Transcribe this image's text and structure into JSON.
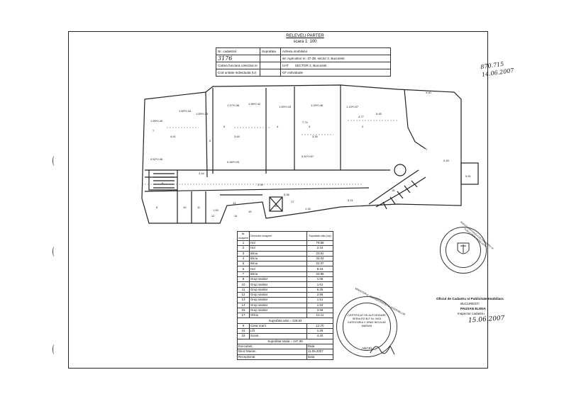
{
  "header": {
    "title": "RELEVEU PARTER",
    "scale": "scara 1: 100"
  },
  "meta_table": {
    "rows": [
      [
        "Nr. cadastral",
        "Suprafata",
        "Adresa imobilului"
      ],
      [
        "",
        "",
        "str. Agricultori nr. 37-39, sector 2, Bucuresti"
      ],
      [
        "Cartea funciara colectiva nr.",
        "",
        "UAT",
        "SECTOR 2, Bucuresti"
      ],
      [
        "Cod unitate individuala (U)",
        "",
        "CF individuale"
      ]
    ],
    "cadastral_handwritten": "3176"
  },
  "handwritten_top_right": {
    "line1": "870.715",
    "line2": "14.06.2007"
  },
  "plan_labels": {
    "dims": [
      "1.55*0.40",
      "1.60*0.34",
      "1.55*0.33",
      "1.17*0.36",
      "1.55*0.42",
      "1.63*0.43",
      "1.03*0.46",
      "1.13*0.57",
      "0.52*0.46",
      "0.36*0.09",
      "0.41*0.67",
      "3.90",
      "4.61",
      "3.64",
      "3.34",
      "4.77",
      "7.74",
      "5.36",
      "5.45",
      "2.44",
      "2.33",
      "3.21",
      "5.51",
      "1.34",
      "0.49",
      "1.53"
    ],
    "room_numbers": [
      "7",
      "6",
      "5",
      "4",
      "3",
      "2",
      "1",
      "8",
      "9",
      "10",
      "11",
      "12",
      "13",
      "14",
      "15",
      "16",
      "17",
      "18"
    ]
  },
  "rooms_table": {
    "headers": [
      "Nr. incapere",
      "Denumire incapere",
      "Suprafata utila (mp)"
    ],
    "rows": [
      [
        "1",
        "Hol",
        "79.88"
      ],
      [
        "2",
        "Hol",
        "2.34"
      ],
      [
        "3",
        "Birou",
        "23.61"
      ],
      [
        "4",
        "Birou",
        "34.03"
      ],
      [
        "5",
        "Birou",
        "22.37"
      ],
      [
        "6",
        "Hol",
        "8.10"
      ],
      [
        "7",
        "Birou",
        "23.86"
      ],
      [
        "8",
        "Grup sanitar",
        "1.06"
      ],
      [
        "10",
        "Grup sanitar",
        "1.61"
      ],
      [
        "11",
        "Grup sanitar",
        "6.25"
      ],
      [
        "12",
        "Grup sanitar",
        "2.96"
      ],
      [
        "13",
        "Grup sanitar",
        "1.51"
      ],
      [
        "14",
        "Grup sanitar",
        "1.53"
      ],
      [
        "15",
        "Grup sanitar",
        "3.59"
      ],
      [
        "17",
        "Oficiu",
        "12.11"
      ]
    ],
    "subtotal_label": "Suprafata utila = 229.83",
    "extra_rows": [
      [
        "9",
        "Casa scarii",
        "12.70"
      ],
      [
        "16",
        "Lift",
        "1.25"
      ],
      [
        "18",
        "Scara",
        "4.20"
      ]
    ],
    "total_label": "Suprafata totala = 247.99",
    "signoff": [
      [
        "Executant,",
        "Data"
      ],
      [
        "Diniz Marian",
        "11.06.2007"
      ],
      [
        "Receptionat",
        "Data"
      ]
    ]
  },
  "stamp_round_left": {
    "text": "MINISTERUL ADMINISTRATIEI SI INTERNELOR",
    "center_text": "CERTIFICAT DE AUTORIZARE SERIA RO B-F Nr. 0003 CATEGORIA C DINIZ NICULAE MARIAN",
    "bottom": "ANCPI"
  },
  "stamp_round_right": {
    "text": "AGENTIA NATIONALA DE CADASTRU SI PUBLICITATE IMOBILIARA"
  },
  "title_block": {
    "line1": "Oficiul de Cadastru si Publicitate Imobiliara",
    "line2": "BUCURESTI",
    "line3": "PAUSAN ELENA",
    "line4": "Inspector cadastru",
    "date_hand": "15.06.2007"
  }
}
